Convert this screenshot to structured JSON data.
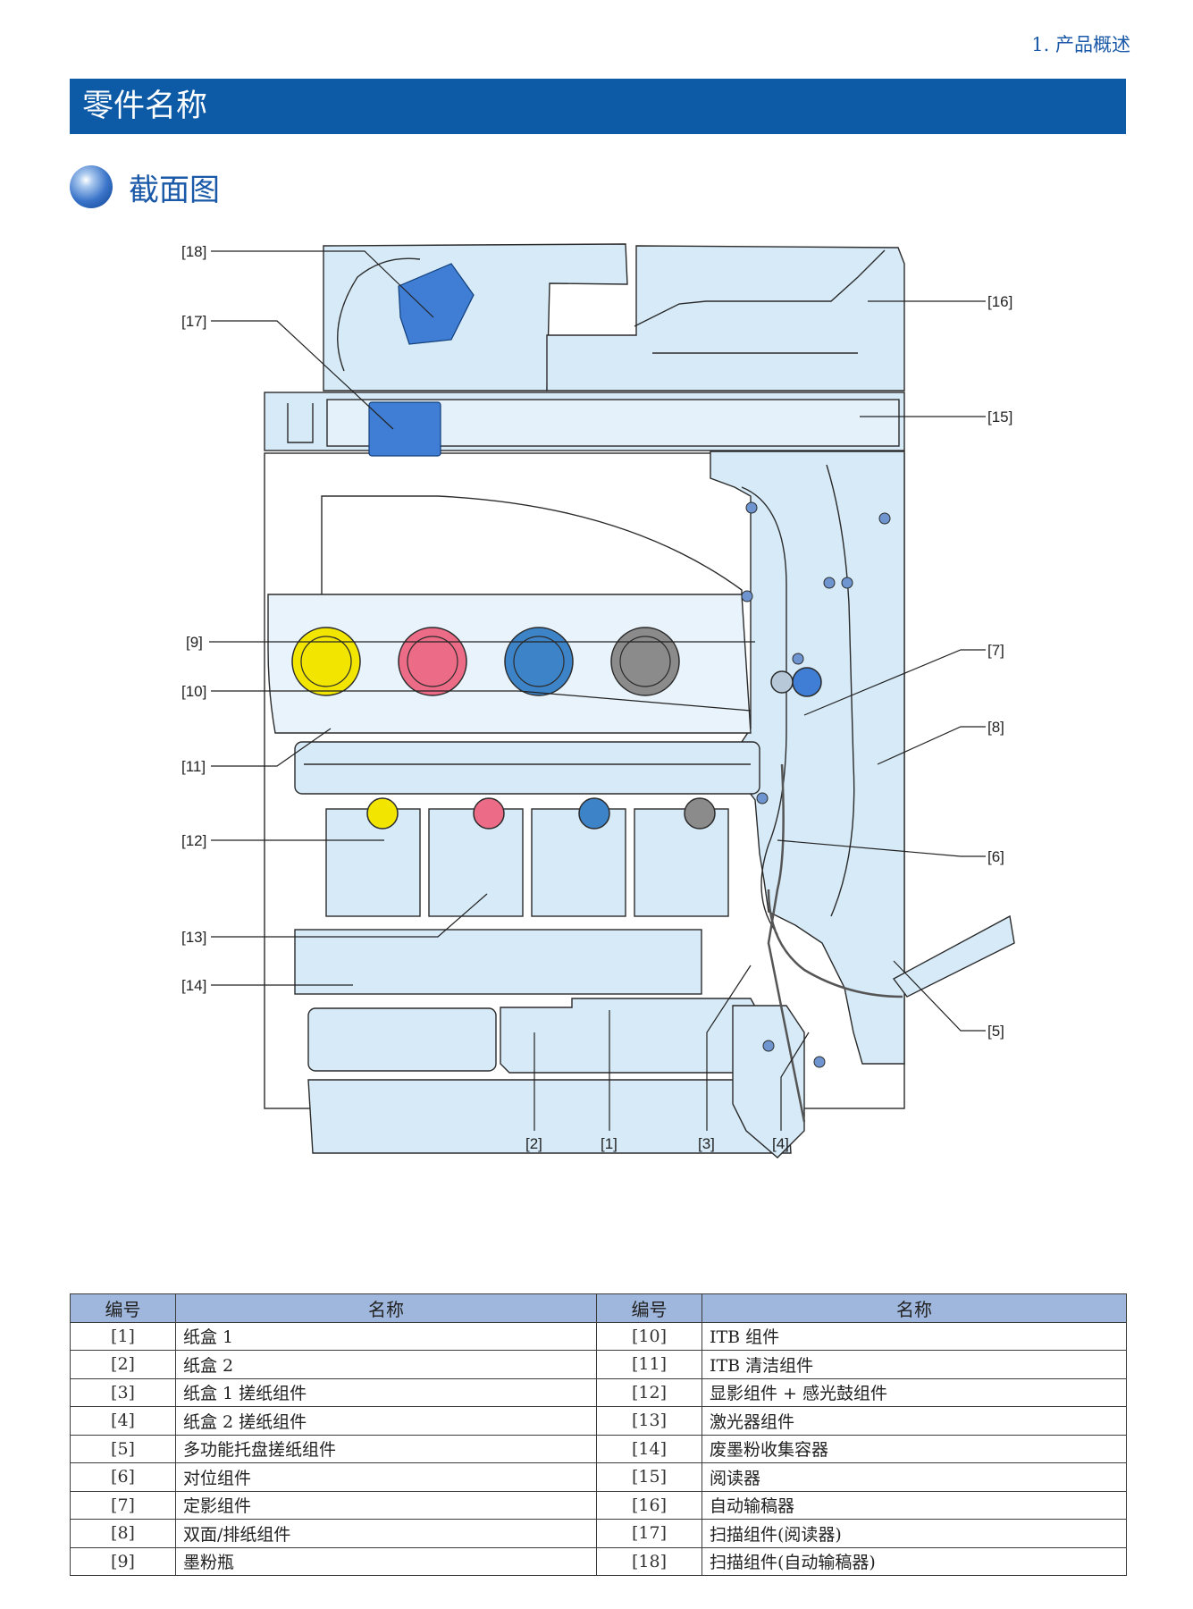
{
  "running_header": "1. 产品概述",
  "chapter_title": "零件名称",
  "section_title": "截面图",
  "callouts": [
    "[1]",
    "[2]",
    "[3]",
    "[4]",
    "[5]",
    "[6]",
    "[7]",
    "[8]",
    "[9]",
    "[10]",
    "[11]",
    "[12]",
    "[13]",
    "[14]",
    "[15]",
    "[16]",
    "[17]",
    "[18]"
  ],
  "colors": {
    "header_blue": "#0d5aa7",
    "table_header": "#9fb7dc",
    "machine_fill": "#d6eaf7",
    "part_blue": "#3f7ed4",
    "yellow": "#f2e600",
    "magenta": "#ec6b86",
    "cyan": "#3d83c8",
    "black": "#8b8b8b"
  },
  "table": {
    "headers": [
      "编号",
      "名称",
      "编号",
      "名称"
    ],
    "rows": [
      [
        "[1]",
        "纸盒 1",
        "[10]",
        "ITB 组件"
      ],
      [
        "[2]",
        "纸盒 2",
        "[11]",
        "ITB 清洁组件"
      ],
      [
        "[3]",
        "纸盒 1 搓纸组件",
        "[12]",
        "显影组件 + 感光鼓组件"
      ],
      [
        "[4]",
        "纸盒 2 搓纸组件",
        "[13]",
        "激光器组件"
      ],
      [
        "[5]",
        "多功能托盘搓纸组件",
        "[14]",
        "废墨粉收集容器"
      ],
      [
        "[6]",
        "对位组件",
        "[15]",
        "阅读器"
      ],
      [
        "[7]",
        "定影组件",
        "[16]",
        "自动输稿器"
      ],
      [
        "[8]",
        "双面/排纸组件",
        "[17]",
        "扫描组件(阅读器)"
      ],
      [
        "[9]",
        "墨粉瓶",
        "[18]",
        "扫描组件(自动输稿器)"
      ]
    ]
  }
}
